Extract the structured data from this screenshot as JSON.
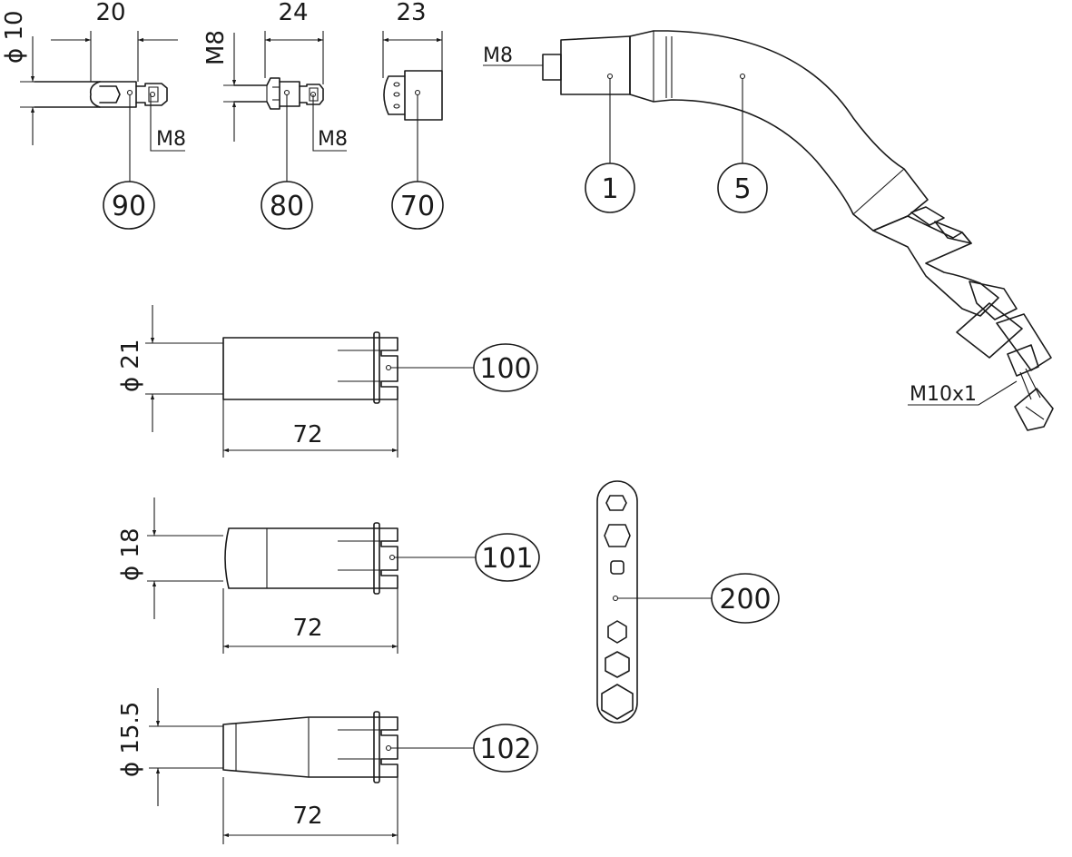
{
  "parts": {
    "p90": {
      "number": "90",
      "dimension_length": "20",
      "dimension_diameter": "ϕ 10",
      "thread": "M8"
    },
    "p80": {
      "number": "80",
      "dimension_length": "24",
      "thread_left": "M8",
      "thread_right": "M8"
    },
    "p70": {
      "number": "70",
      "dimension_length": "23"
    },
    "p1": {
      "number": "1",
      "thread": "M8"
    },
    "p5": {
      "number": "5",
      "thread": "M10x1"
    },
    "p100": {
      "number": "100",
      "dimension_length": "72",
      "dimension_diameter": "ϕ 21"
    },
    "p101": {
      "number": "101",
      "dimension_length": "72",
      "dimension_diameter": "ϕ 18"
    },
    "p102": {
      "number": "102",
      "dimension_length": "72",
      "dimension_diameter": "ϕ 15.5"
    },
    "p200": {
      "number": "200"
    }
  }
}
